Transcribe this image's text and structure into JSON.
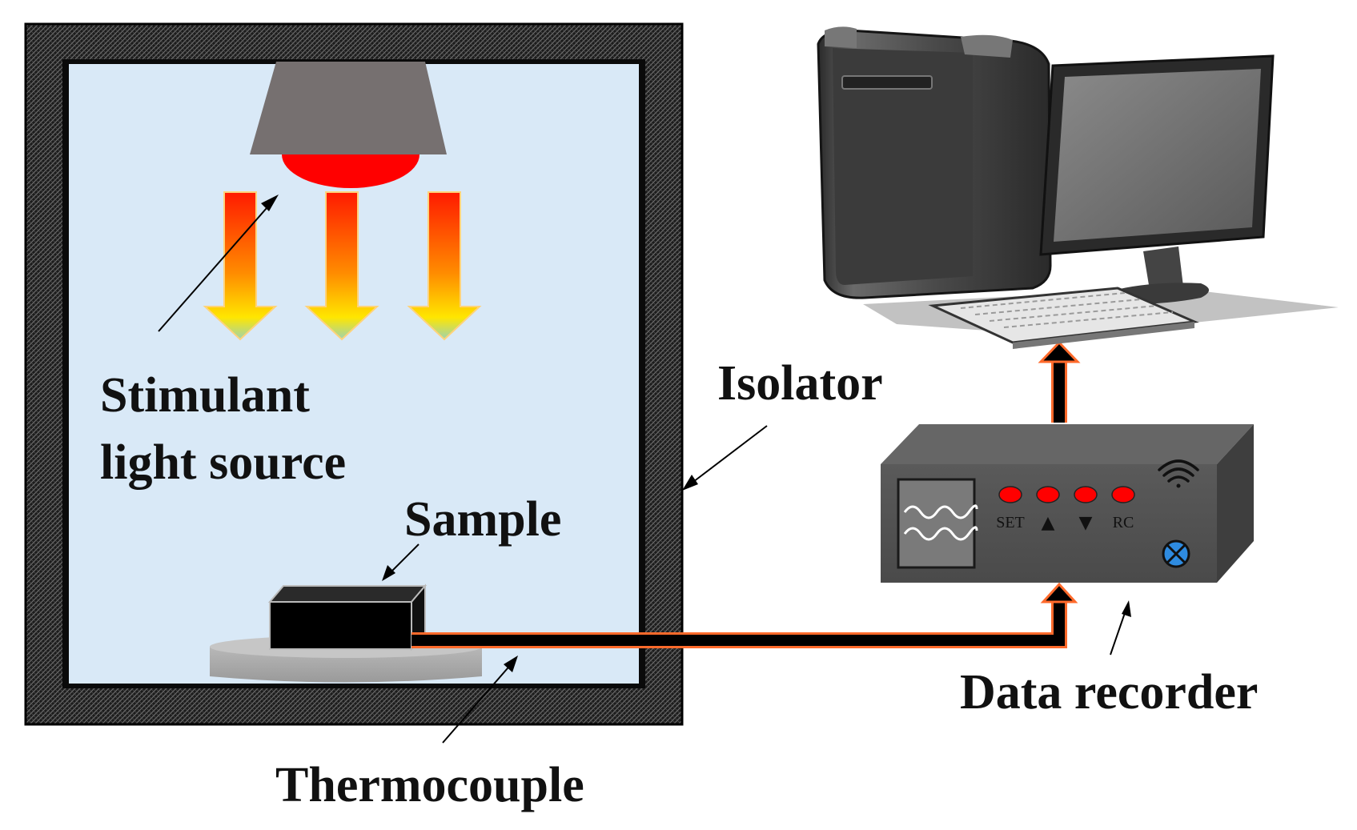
{
  "labels": {
    "stimulant_line1": "Stimulant",
    "stimulant_line2": "light source",
    "isolator": "Isolator",
    "sample": "Sample",
    "thermocouple": "Thermocouple",
    "data_recorder": "Data recorder"
  },
  "recorder_panel": {
    "set": "SET",
    "up": "▲",
    "down": "▼",
    "rc": "RC"
  },
  "colors": {
    "chamber_interior": "#d9e9f7",
    "isolator_wall": "#2b2b2b",
    "lamp_housing": "#767070",
    "lamp_bulb": "#ff0000",
    "beam_top": "#ff2400",
    "beam_bottom": "#ffee00",
    "wire_outline": "#ff6a2b",
    "recorder_body": "#555555",
    "recorder_led": "#ff0000",
    "wireless_button": "#2e8be0"
  },
  "icons": [
    "desktop-computer-icon",
    "wifi-icon",
    "oscilloscope-wave-icon",
    "close-circle-icon"
  ]
}
